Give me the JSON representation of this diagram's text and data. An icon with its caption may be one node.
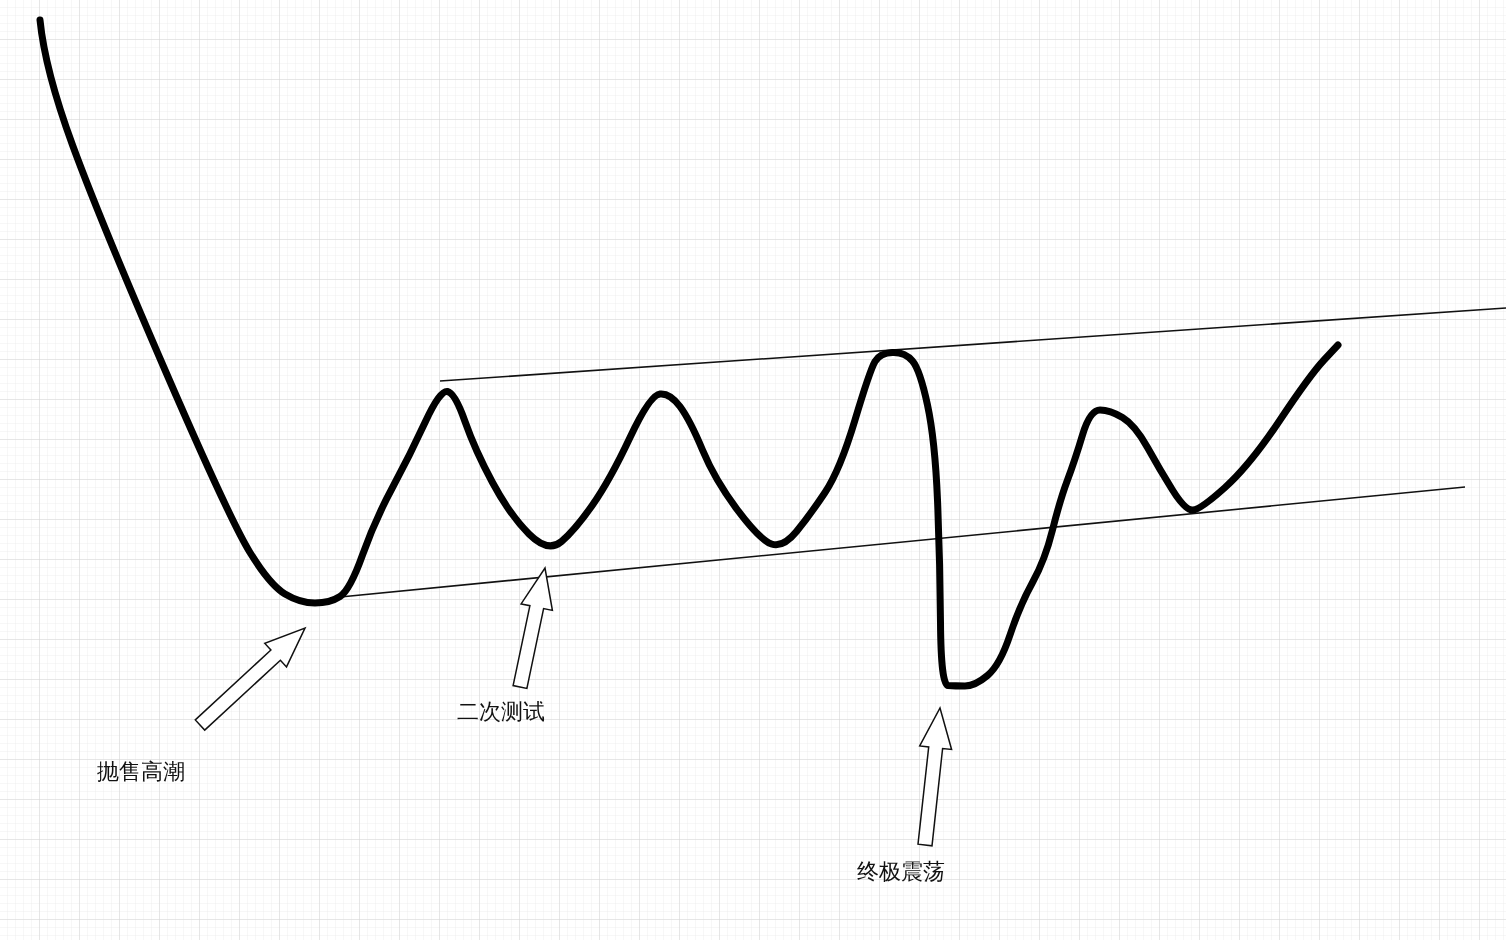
{
  "diagram": {
    "nodes": [
      {
        "text": [
          "抛售高潮"
        ]
      },
      {
        "text": [
          "二次测试"
        ]
      },
      {
        "text": [
          "终极震荡"
        ]
      }
    ],
    "edges": [
      {
        "from": 0,
        "to": null,
        "arrow": "to"
      },
      {
        "from": 1,
        "to": null,
        "arrow": "to"
      },
      {
        "from": 2,
        "to": null,
        "arrow": "to"
      }
    ]
  }
}
